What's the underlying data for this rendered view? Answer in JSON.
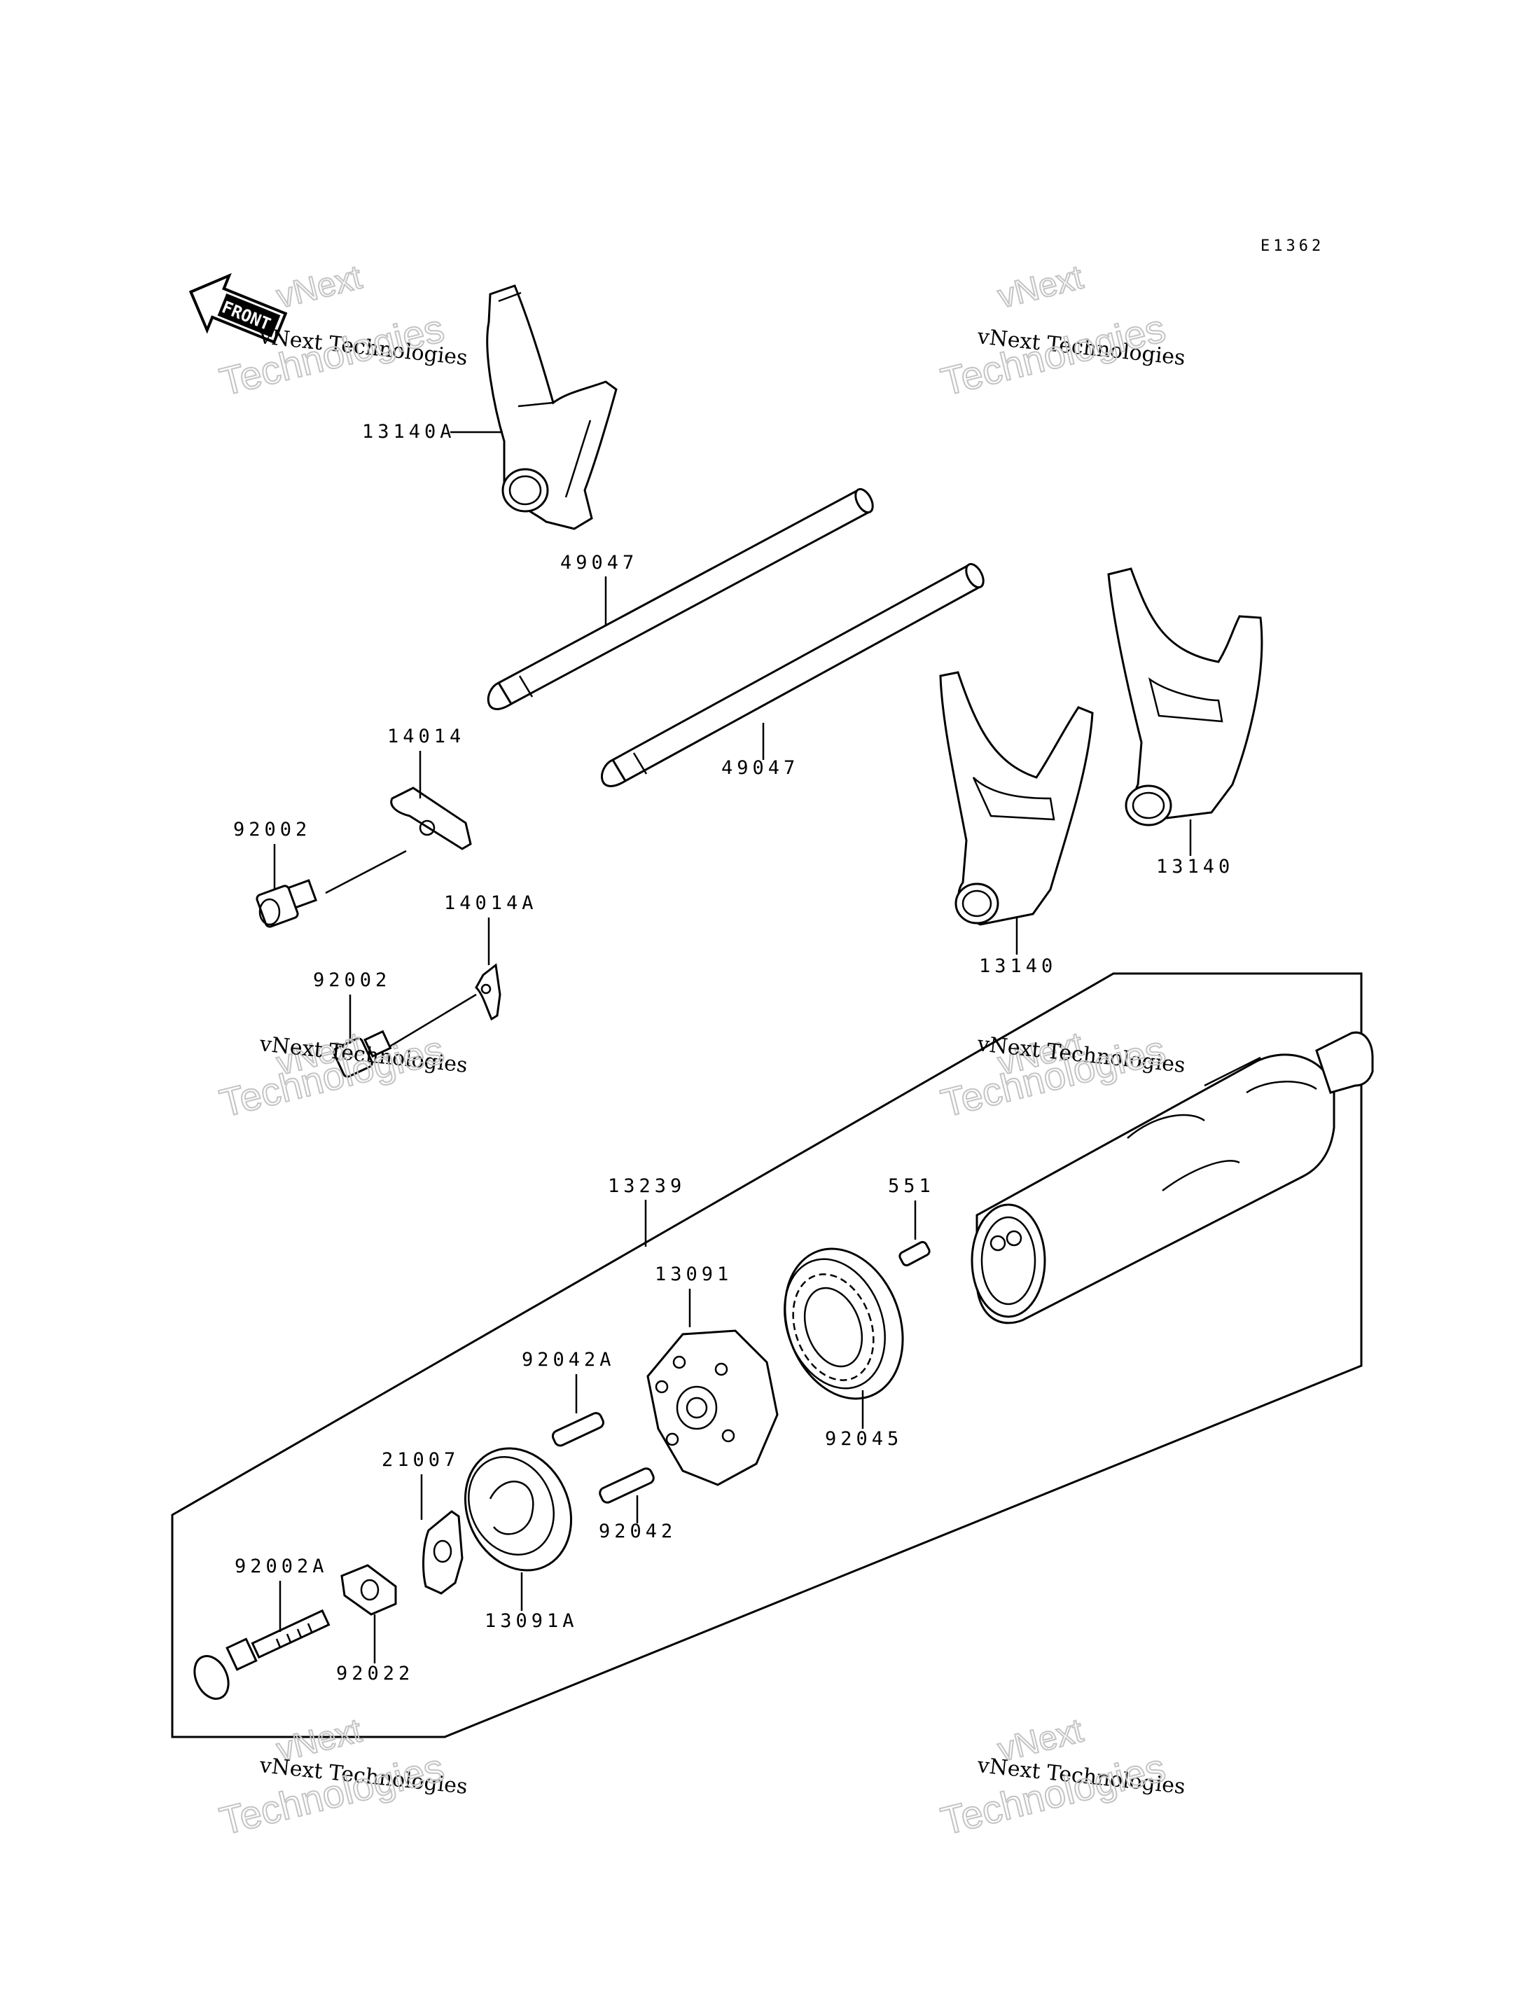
{
  "diagram_code": "E1362",
  "front_label": "FRONT",
  "colors": {
    "line": "#000000",
    "watermark_outline": "#c4c4c4",
    "background": "#ffffff"
  },
  "watermark": {
    "line1": "vNext",
    "line2": "vNext Technologies",
    "line3": "Technologies"
  },
  "labels": {
    "fork_13140A": "13140A",
    "shaft_upper": "49047",
    "shaft_lower": "49047",
    "plate_14014": "14014",
    "bolt_92002_upper": "92002",
    "plate_14014A": "14014A",
    "bolt_92002_lower": "92002",
    "fork_13140_left": "13140",
    "fork_13140_right": "13140",
    "drum_13239": "13239",
    "pin_551": "551",
    "holder_13091": "13091",
    "pin_92042A": "92042A",
    "bearing_92045": "92045",
    "lever_21007": "21007",
    "pin_92042": "92042",
    "cam_13091A": "13091A",
    "bolt_92002A": "92002A",
    "washer_92022": "92022"
  }
}
